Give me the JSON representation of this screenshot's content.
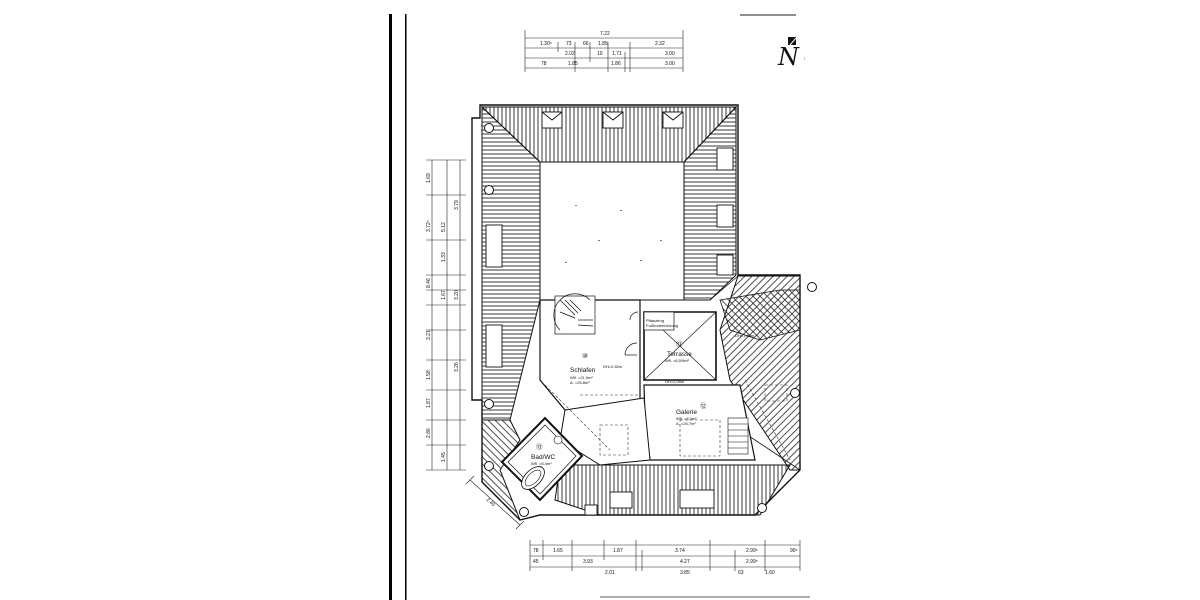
{
  "north_marker": "N",
  "rooms": [
    {
      "key": "schlafen",
      "name": "Schlafen",
      "area": "Wfl. =21,9m²",
      "sub": "A. =26,8m²",
      "num": "⑩"
    },
    {
      "key": "terrasse",
      "name": "Terrasse",
      "area": "Wfl. =6,5/9m²",
      "num": "⑪"
    },
    {
      "key": "galerie",
      "name": "Galerie",
      "area": "Wfl. =8,9m²",
      "sub": "A. =26,7m²",
      "num": "⑫"
    },
    {
      "key": "bad",
      "name": "Bad/WC",
      "area": "Wfl. =5,4m²",
      "num": "⑬"
    }
  ],
  "notes": [
    "Pflanztrog",
    "Fußbodenheizung",
    "DH=2,52m",
    "DH=2,05m",
    "DH=1,62m"
  ],
  "dims_top_row1": [
    "7.22"
  ],
  "dims_top_row2": [
    "1.30⁵",
    "73",
    "66",
    "1.85",
    "2.32"
  ],
  "dims_top_row3": [
    "2.02",
    "10",
    "1.71",
    "3.00"
  ],
  "dims_top_row4": [
    "78",
    "1.85",
    "1.86",
    "3.00"
  ],
  "dims_left_outer": [
    "1.69",
    "3.79",
    "3.72⁵",
    "5.12",
    "1.33",
    "8.46",
    "3.21",
    "1.67",
    "3.20",
    "1.58",
    "3.26",
    "1.87",
    "2.86",
    "1.45"
  ],
  "dims_bottom_row1": [
    "78",
    "1.65",
    "1.87",
    "3.74",
    "2.99⁵"
  ],
  "dims_bottom_row2": [
    "45",
    "3.93",
    "4.27",
    "2.99⁵",
    "90⁵"
  ],
  "dims_bottom_row3": [
    "2.01",
    "3.85",
    "63",
    "1.60"
  ],
  "dims_diag": [
    "2.40"
  ]
}
